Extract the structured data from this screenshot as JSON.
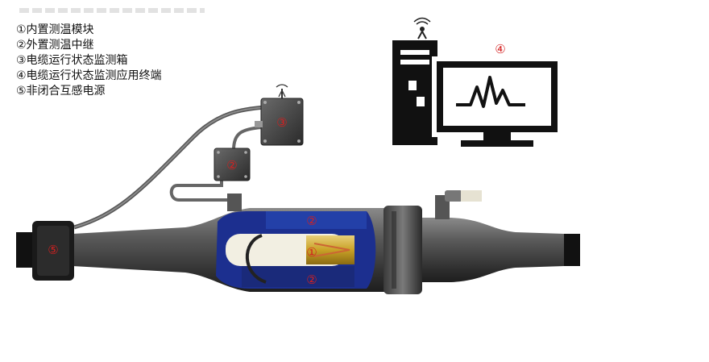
{
  "legend": {
    "items": [
      "①内置测温模块",
      "②外置测温中继",
      "③电缆运行状态监测箱",
      "④电缆运行状态监测应用终端",
      "⑤非闭合互感电源"
    ]
  },
  "markers": {
    "terminal": "④",
    "monitor_box": "③",
    "relay": "②",
    "inner_relay_top": "②",
    "inner_relay_bottom": "②",
    "sensor": "①",
    "power": "⑤"
  },
  "colors": {
    "marker_red": "#d42020",
    "cable_body": "#4a4a4a",
    "cable_dark": "#111111",
    "insulation_blue": "#1c2f8f",
    "sensor_gold": "#c9a227",
    "terminal_black": "#111111"
  },
  "icons": {
    "antenna": "antenna-icon",
    "computer": "computer-terminal-icon",
    "waveform": "waveform-icon"
  }
}
